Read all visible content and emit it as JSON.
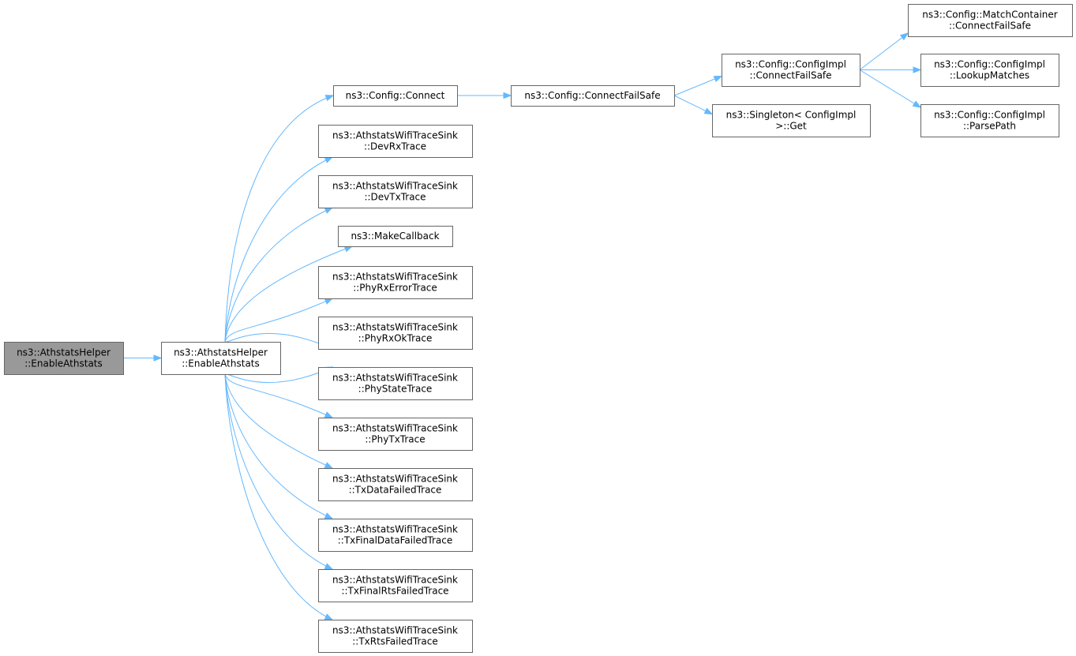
{
  "colors": {
    "edge": "#63b8ff",
    "node_border": "#666666",
    "root_fill": "#999999",
    "node_fill": "#ffffff"
  },
  "nodes": {
    "root": {
      "lines": [
        "ns3::AthstatsHelper",
        "::EnableAthstats"
      ]
    },
    "enable": {
      "lines": [
        "ns3::AthstatsHelper",
        "::EnableAthstats"
      ]
    },
    "connect": {
      "lines": [
        "ns3::Config::Connect"
      ]
    },
    "devrx": {
      "lines": [
        "ns3::AthstatsWifiTraceSink",
        "::DevRxTrace"
      ]
    },
    "devtx": {
      "lines": [
        "ns3::AthstatsWifiTraceSink",
        "::DevTxTrace"
      ]
    },
    "makecb": {
      "lines": [
        "ns3::MakeCallback"
      ]
    },
    "phyrxerr": {
      "lines": [
        "ns3::AthstatsWifiTraceSink",
        "::PhyRxErrorTrace"
      ]
    },
    "phyrxok": {
      "lines": [
        "ns3::AthstatsWifiTraceSink",
        "::PhyRxOkTrace"
      ]
    },
    "phystate": {
      "lines": [
        "ns3::AthstatsWifiTraceSink",
        "::PhyStateTrace"
      ]
    },
    "phytx": {
      "lines": [
        "ns3::AthstatsWifiTraceSink",
        "::PhyTxTrace"
      ]
    },
    "txdatafail": {
      "lines": [
        "ns3::AthstatsWifiTraceSink",
        "::TxDataFailedTrace"
      ]
    },
    "txfinaldata": {
      "lines": [
        "ns3::AthstatsWifiTraceSink",
        "::TxFinalDataFailedTrace"
      ]
    },
    "txfinalrts": {
      "lines": [
        "ns3::AthstatsWifiTraceSink",
        "::TxFinalRtsFailedTrace"
      ]
    },
    "txrtsfail": {
      "lines": [
        "ns3::AthstatsWifiTraceSink",
        "::TxRtsFailedTrace"
      ]
    },
    "cfs": {
      "lines": [
        "ns3::Config::ConnectFailSafe"
      ]
    },
    "implcfs": {
      "lines": [
        "ns3::Config::ConfigImpl",
        "::ConnectFailSafe"
      ]
    },
    "singleton": {
      "lines": [
        "ns3::Singleton< ConfigImpl",
        ">::Get"
      ]
    },
    "matchcfs": {
      "lines": [
        "ns3::Config::MatchContainer",
        "::ConnectFailSafe"
      ]
    },
    "lookup": {
      "lines": [
        "ns3::Config::ConfigImpl",
        "::LookupMatches"
      ]
    },
    "parsepath": {
      "lines": [
        "ns3::Config::ConfigImpl",
        "::ParsePath"
      ]
    }
  },
  "edges": [
    [
      "root",
      "enable"
    ],
    [
      "enable",
      "connect"
    ],
    [
      "enable",
      "devrx"
    ],
    [
      "enable",
      "devtx"
    ],
    [
      "enable",
      "makecb"
    ],
    [
      "enable",
      "phyrxerr"
    ],
    [
      "enable",
      "phyrxok"
    ],
    [
      "enable",
      "phystate"
    ],
    [
      "enable",
      "phytx"
    ],
    [
      "enable",
      "txdatafail"
    ],
    [
      "enable",
      "txfinaldata"
    ],
    [
      "enable",
      "txfinalrts"
    ],
    [
      "enable",
      "txrtsfail"
    ],
    [
      "connect",
      "cfs"
    ],
    [
      "cfs",
      "implcfs"
    ],
    [
      "cfs",
      "singleton"
    ],
    [
      "implcfs",
      "matchcfs"
    ],
    [
      "implcfs",
      "lookup"
    ],
    [
      "implcfs",
      "parsepath"
    ]
  ]
}
